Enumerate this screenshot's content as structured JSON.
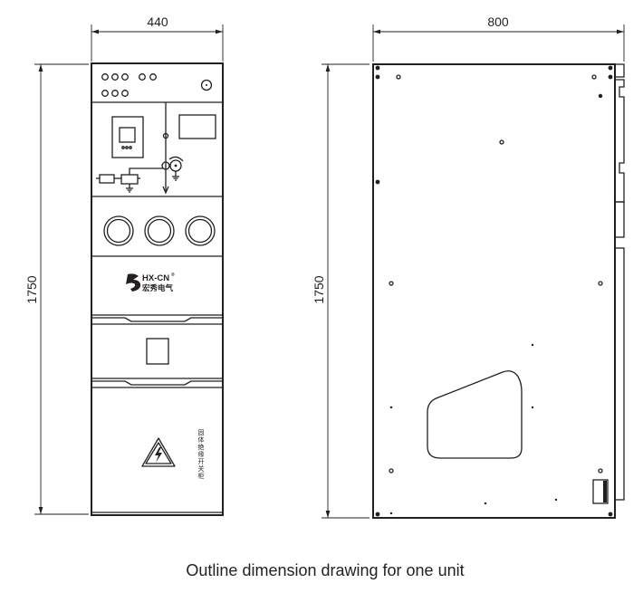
{
  "front_view": {
    "width_label": "440",
    "height_label": "1750",
    "logo_brand": "HX-CN",
    "logo_registered": "®",
    "logo_chinese": "宏秀电气",
    "door_label_chars": [
      "固",
      "体",
      "绝",
      "缘",
      "开",
      "关",
      "柜"
    ]
  },
  "side_view": {
    "width_label": "800",
    "height_label": "1750"
  },
  "caption": "Outline dimension drawing for one unit",
  "colors": {
    "line": "#231f20",
    "background": "#ffffff"
  }
}
